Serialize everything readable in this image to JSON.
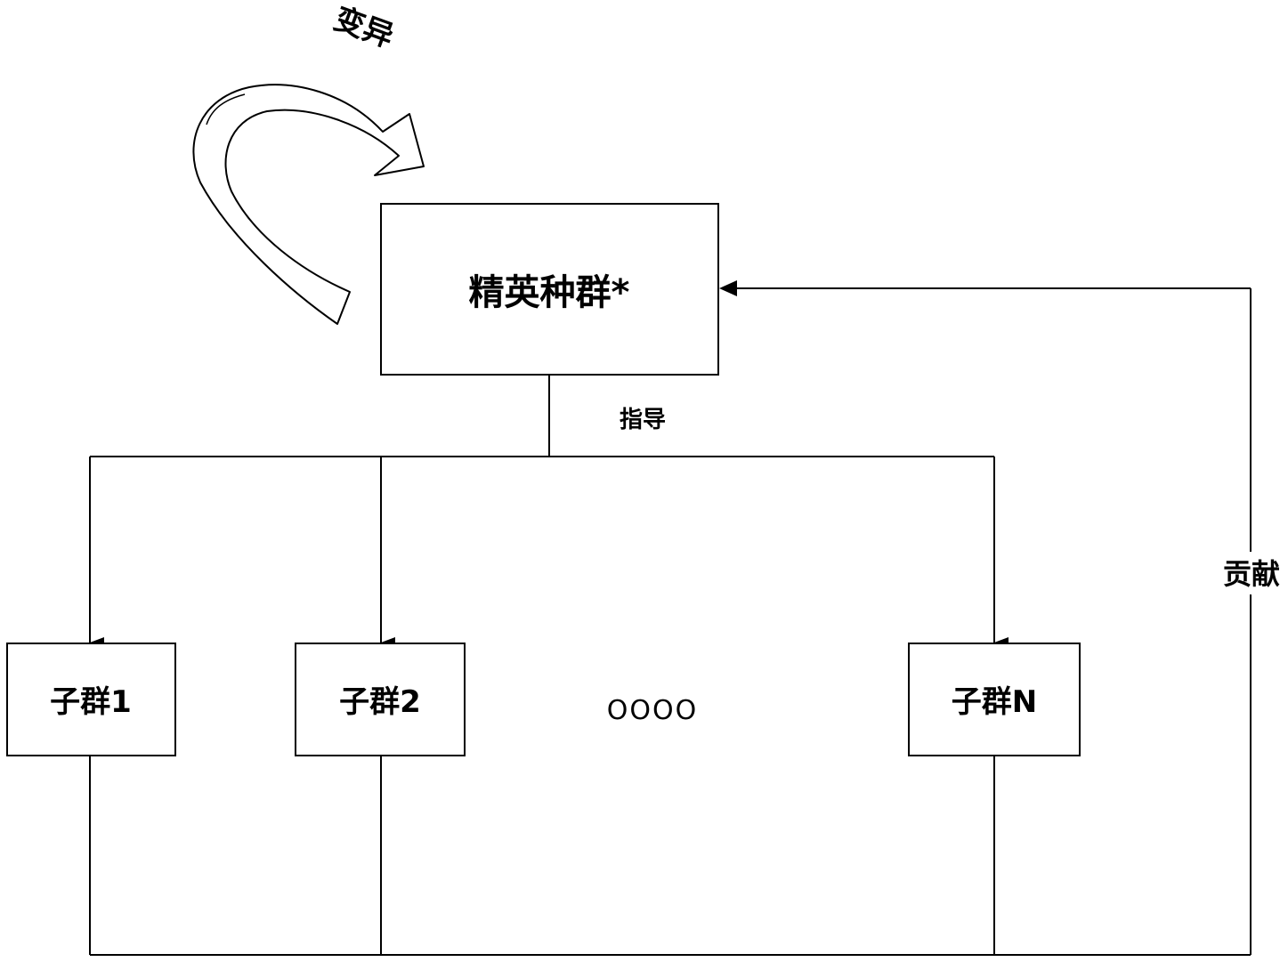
{
  "labels": {
    "mutation": "变异",
    "elite": "精英种群*",
    "guide": "指导",
    "contribute": "贡献",
    "sub1": "子群1",
    "sub2": "子群2",
    "ellipsis": "OOOO",
    "subN": "子群N"
  },
  "colors": {
    "stroke": "#000000",
    "background": "#ffffff"
  }
}
